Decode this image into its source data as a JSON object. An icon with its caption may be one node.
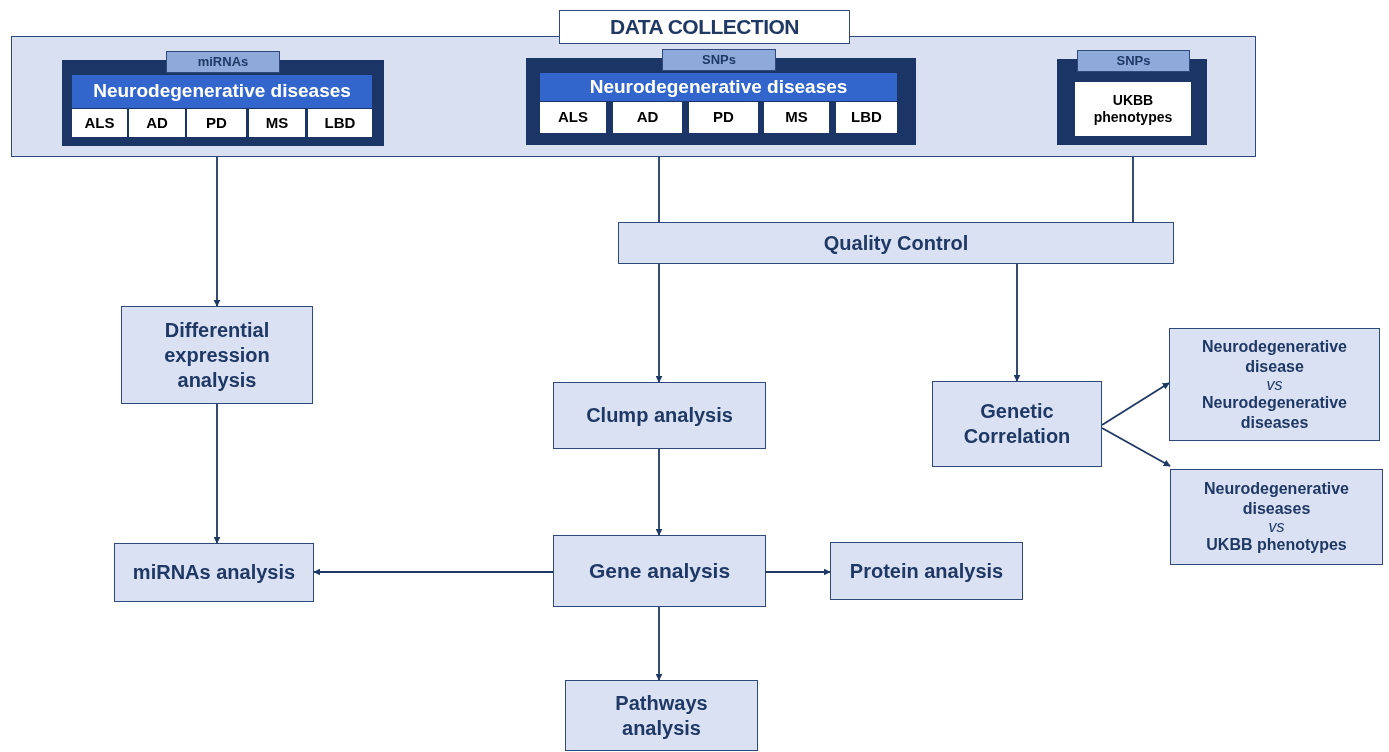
{
  "diagram": {
    "nodes": [
      {
        "text": [
          "DATA COLLECTION"
        ]
      },
      {
        "text": [
          "miRNAs"
        ],
        "in": 0
      },
      {
        "text": [
          "Neurodegenerative diseases"
        ],
        "in": 1
      },
      {
        "text": [
          "ALS"
        ],
        "in": 1
      },
      {
        "text": [
          "AD"
        ],
        "in": 1
      },
      {
        "text": [
          "PD"
        ],
        "in": 1
      },
      {
        "text": [
          "MS"
        ],
        "in": 1
      },
      {
        "text": [
          "LBD"
        ],
        "in": 1
      },
      {
        "text": [
          "SNPs"
        ],
        "in": 0
      },
      {
        "text": [
          "Neurodegenerative diseases"
        ],
        "in": 8
      },
      {
        "text": [
          "ALS"
        ],
        "in": 8
      },
      {
        "text": [
          "AD"
        ],
        "in": 8
      },
      {
        "text": [
          "PD"
        ],
        "in": 8
      },
      {
        "text": [
          "MS"
        ],
        "in": 8
      },
      {
        "text": [
          "LBD"
        ],
        "in": 8
      },
      {
        "text": [
          "SNPs"
        ],
        "in": 0
      },
      {
        "text": [
          "UKBB phenotypes"
        ],
        "in": 15
      },
      {
        "text": [
          "Quality Control"
        ]
      },
      {
        "text": [
          "Differential expression analysis"
        ]
      },
      {
        "text": [
          "Clump analysis"
        ]
      },
      {
        "text": [
          "Genetic Correlation"
        ]
      },
      {
        "text": [
          "Neurodegenerative disease",
          "vs",
          "Neurodegenerative diseases"
        ]
      },
      {
        "text": [
          "Neurodegenerative diseases",
          "vs",
          "UKBB phenotypes"
        ]
      },
      {
        "text": [
          "miRNAs analysis"
        ]
      },
      {
        "text": [
          "Gene analysis"
        ]
      },
      {
        "text": [
          "Protein analysis"
        ]
      },
      {
        "text": [
          "Pathways analysis"
        ]
      }
    ],
    "edges": [
      {
        "from": 1,
        "to": 18,
        "arrow": "to"
      },
      {
        "from": 8,
        "to": 17,
        "arrow": "none"
      },
      {
        "from": 15,
        "to": 17,
        "arrow": "none"
      },
      {
        "from": 17,
        "to": 19,
        "arrow": "to"
      },
      {
        "from": 17,
        "to": 20,
        "arrow": "to"
      },
      {
        "from": 18,
        "to": 23,
        "arrow": "to"
      },
      {
        "from": 19,
        "to": 24,
        "arrow": "to"
      },
      {
        "from": 24,
        "to": 23,
        "arrow": "to"
      },
      {
        "from": 24,
        "to": 25,
        "arrow": "to"
      },
      {
        "from": 24,
        "to": 26,
        "arrow": "to"
      },
      {
        "from": 20,
        "to": 21,
        "arrow": "to"
      },
      {
        "from": 20,
        "to": 22,
        "arrow": "to"
      }
    ]
  }
}
